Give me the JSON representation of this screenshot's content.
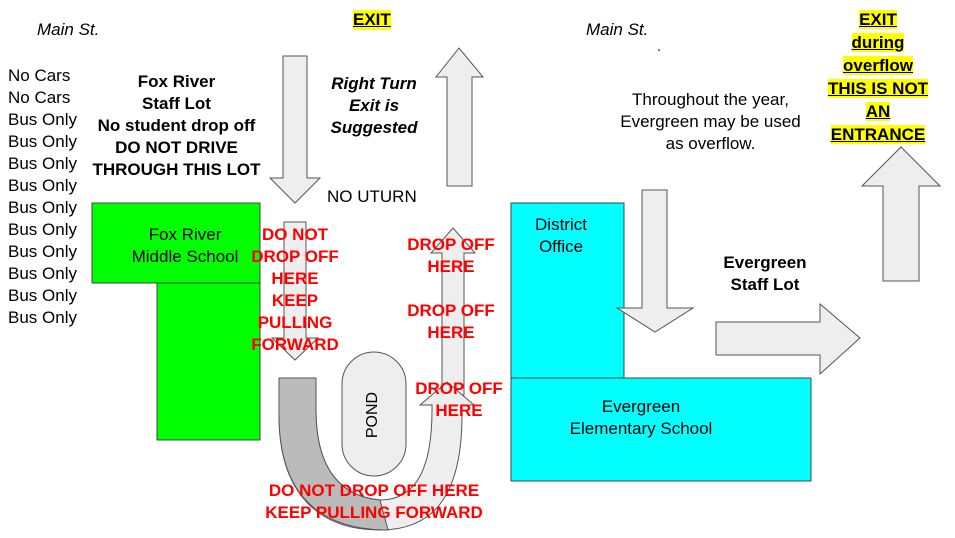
{
  "streets": {
    "left": "Main St.",
    "right": "Main St."
  },
  "exit_top": "EXIT",
  "exit_overflow_lines": [
    "EXIT",
    "during",
    "overflow",
    "THIS IS NOT",
    "AN",
    "ENTRANCE"
  ],
  "lane_notes": [
    "No Cars",
    "No Cars",
    "Bus Only",
    "Bus Only",
    "Bus Only",
    "Bus Only",
    "Bus Only",
    "Bus Only",
    "Bus Only",
    "Bus Only",
    "Bus Only",
    "Bus Only"
  ],
  "fox_river_staff_lot": {
    "lines": [
      "Fox River",
      "Staff Lot",
      "No student drop off",
      "DO NOT DRIVE",
      "THROUGH THIS LOT"
    ]
  },
  "right_turn_note": [
    "Right Turn",
    "Exit is",
    "Suggested"
  ],
  "no_uturn": "NO UTURN",
  "fox_river_school": [
    "Fox River",
    "Middle School"
  ],
  "do_not_drop_left": [
    "DO NOT",
    "DROP OFF",
    "HERE",
    "KEEP",
    "PULLING",
    "FORWARD"
  ],
  "drop_off_1": [
    "DROP OFF",
    "HERE"
  ],
  "drop_off_2": [
    "DROP OFF",
    "HERE"
  ],
  "drop_off_3": [
    "DROP OFF",
    "HERE"
  ],
  "pond": "POND",
  "do_not_drop_bottom": [
    "DO NOT DROP OFF HERE",
    "KEEP PULLING FORWARD"
  ],
  "district_office": [
    "District",
    "Office"
  ],
  "overflow_note": [
    "Throughout the year,",
    "Evergreen may be used",
    "as overflow."
  ],
  "evergreen_staff_lot": [
    "Evergreen",
    "Staff Lot"
  ],
  "evergreen_school": [
    "Evergreen",
    "Elementary School"
  ],
  "colors": {
    "fox_river": "#00ff00",
    "evergreen": "#00ffff",
    "arrow": "#eeeeee",
    "arrow_dark": "#bbbbbb",
    "warning": "#ff0000",
    "highlight": "#ffff00"
  }
}
